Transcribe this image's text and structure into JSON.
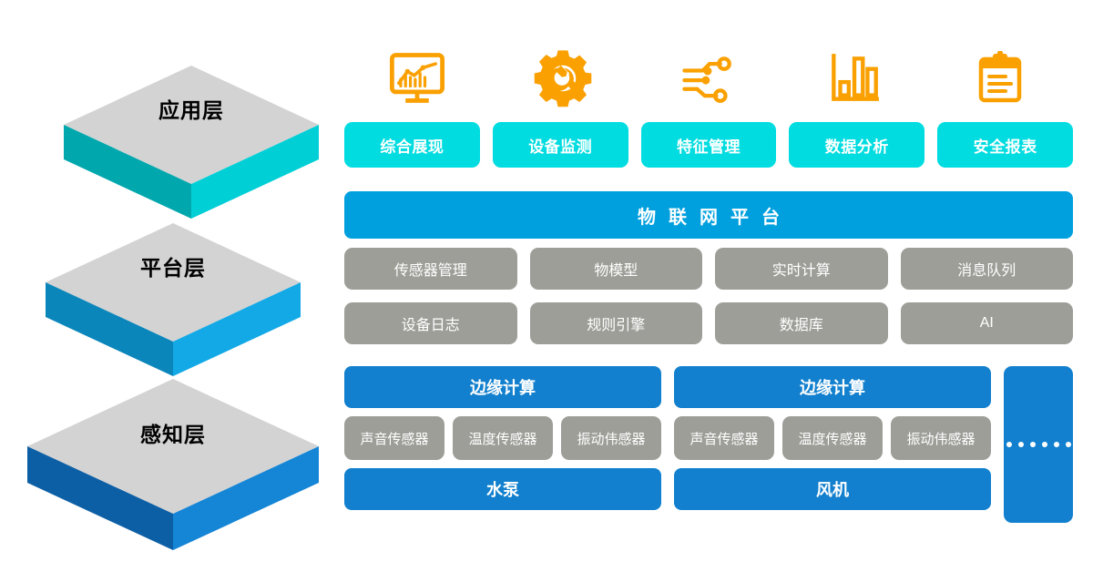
{
  "layers": [
    {
      "label": "应用层",
      "top_color": "#D3D3D3",
      "front_color": "#00CFD6",
      "side_color": "#00A8AE"
    },
    {
      "label": "平台层",
      "top_color": "#D3D3D3",
      "front_color": "#13A9E6",
      "side_color": "#0B86BB"
    },
    {
      "label": "感知层",
      "top_color": "#D3D3D3",
      "front_color": "#1585D6",
      "side_color": "#0D5FA5"
    }
  ],
  "application": {
    "icons": [
      {
        "name": "monitor-chart-icon",
        "color": "#FAA000"
      },
      {
        "name": "gear-wrench-icon",
        "color": "#FAA000"
      },
      {
        "name": "circuit-nodes-icon",
        "color": "#FAA000"
      },
      {
        "name": "bar-chart-icon",
        "color": "#FAA000"
      },
      {
        "name": "clipboard-report-icon",
        "color": "#FAA000"
      }
    ],
    "buttons": [
      {
        "label": "综合展现"
      },
      {
        "label": "设备监测"
      },
      {
        "label": "特征管理"
      },
      {
        "label": "数据分析"
      },
      {
        "label": "安全报表"
      }
    ]
  },
  "platform": {
    "title": "物联网平台",
    "modules": [
      [
        {
          "label": "传感器管理"
        },
        {
          "label": "物模型"
        },
        {
          "label": "实时计算"
        },
        {
          "label": "消息队列"
        }
      ],
      [
        {
          "label": "设备日志"
        },
        {
          "label": "规则引擎"
        },
        {
          "label": "数据库"
        },
        {
          "label": "AI"
        }
      ]
    ]
  },
  "perception": {
    "groups": [
      {
        "head": "边缘计算",
        "sensors": [
          {
            "label": "声音传感器"
          },
          {
            "label": "温度传感器"
          },
          {
            "label": "振动伟感器"
          }
        ],
        "foot": "水泵"
      },
      {
        "head": "边缘计算",
        "sensors": [
          {
            "label": "声音传感器"
          },
          {
            "label": "温度传感器"
          },
          {
            "label": "振动伟感器"
          }
        ],
        "foot": "风机"
      }
    ],
    "more_label": "······",
    "more_dot_count": 6
  },
  "colors": {
    "accent_cyan": "#00DCE0",
    "accent_blue": "#00A0DF",
    "edge_blue": "#1280CE",
    "grey": "#9e9e99",
    "icon_orange": "#FAA000"
  }
}
